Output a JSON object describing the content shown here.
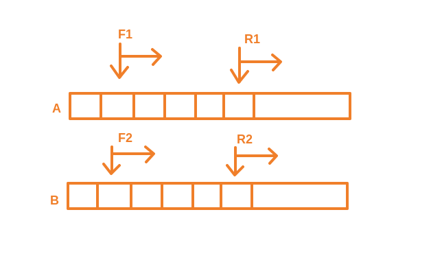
{
  "diagram": {
    "color": "#f07f2a",
    "arrays": [
      {
        "id": "A",
        "label": "A",
        "front_pointer": "F1",
        "rear_pointer": "R1"
      },
      {
        "id": "B",
        "label": "B",
        "front_pointer": "F2",
        "rear_pointer": "R2"
      }
    ]
  }
}
